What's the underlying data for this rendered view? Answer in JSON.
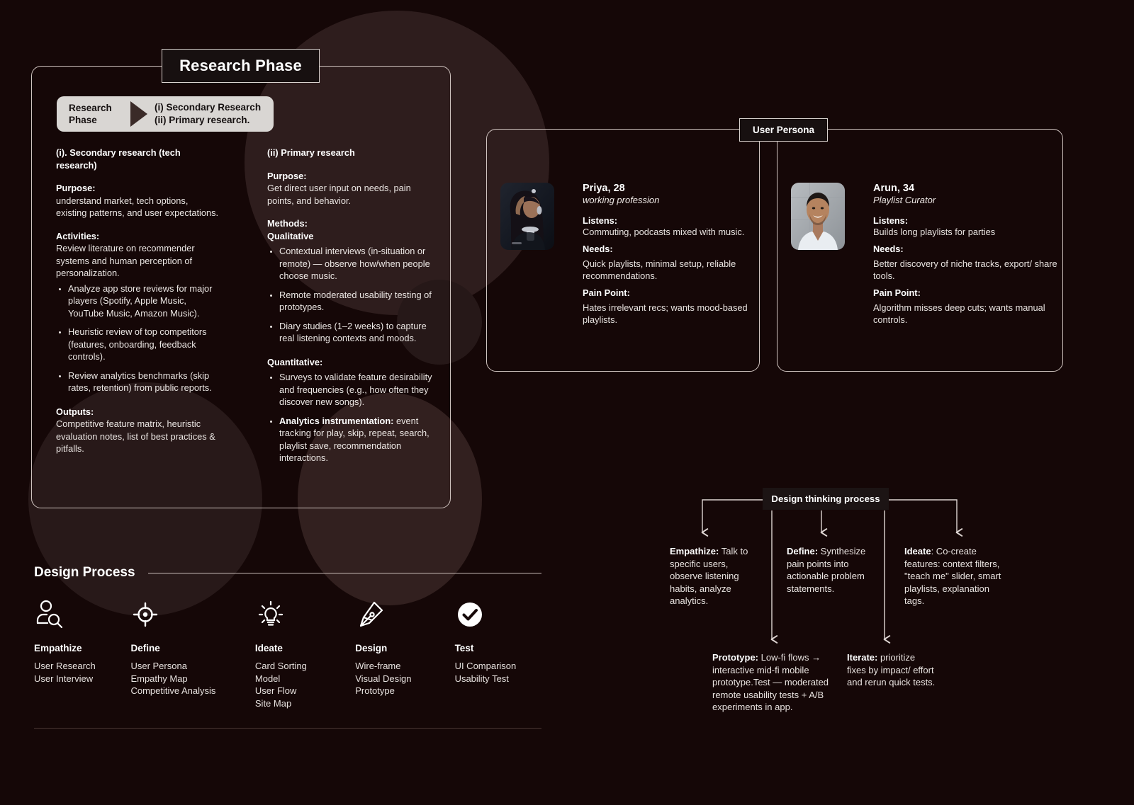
{
  "canvas": {
    "background": "#150707",
    "accent_light": "#d9d6d3",
    "frame_stroke": "#cfc3bf"
  },
  "research": {
    "title": "Research Phase",
    "pill": {
      "left_line1": "Research",
      "left_line2": "Phase",
      "right_line1": "(i) Secondary Research",
      "right_line2": "(ii) Primary research."
    },
    "secondary": {
      "heading": "(i). Secondary research (tech research)",
      "purpose_label": "Purpose:",
      "purpose_text": "understand market, tech options, existing patterns, and user expectations.",
      "activities_label": "Activities:",
      "activities_text": "Review literature on recommender systems and human perception of personalization.",
      "activities_bullets": [
        "Analyze app store reviews for major players (Spotify, Apple Music, YouTube Music, Amazon Music).",
        "Heuristic review of top competitors (features, onboarding, feedback controls).",
        "Review analytics benchmarks (skip rates, retention) from public reports."
      ],
      "outputs_label": "Outputs:",
      "outputs_text": "Competitive feature matrix, heuristic evaluation notes, list of best practices & pitfalls."
    },
    "primary": {
      "heading": "(ii) Primary research",
      "purpose_label": "Purpose:",
      "purpose_text": "Get direct user input on needs, pain points, and behavior.",
      "methods_label": "Methods:",
      "qualitative_label": "Qualitative",
      "qualitative_bullets": [
        "Contextual interviews (in-situation or remote) — observe how/when people choose music.",
        "Remote moderated usability testing of prototypes.",
        "Diary studies (1–2 weeks) to capture real listening contexts and moods."
      ],
      "quantitative_label": "Quantitative:",
      "quantitative_bullets": [
        {
          "bold": "",
          "text": "Surveys to validate feature desirability and frequencies (e.g., how often they discover new songs)."
        },
        {
          "bold": "Analytics instrumentation:",
          "text": " event tracking for play, skip, repeat, search, playlist save, recommendation interactions."
        }
      ]
    }
  },
  "persona": {
    "title": "User Persona",
    "cards": [
      {
        "name": "Priya, 28",
        "role": "working profession",
        "avatar_icon": "photo-woman-avatar",
        "listens_label": "Listens:",
        "listens_text": "Commuting, podcasts mixed with music.",
        "needs_label": "Needs:",
        "needs_text": "Quick playlists, minimal setup, reliable recommendations.",
        "pain_label": " Pain Point:",
        "pain_text": "Hates irrelevant recs; wants mood-based playlists."
      },
      {
        "name": "Arun, 34",
        "role": "Playlist Curator",
        "avatar_icon": "photo-man-avatar",
        "listens_label": "Listens:",
        "listens_text": "Builds long playlists for parties",
        "needs_label": "Needs:",
        "needs_text": "Better discovery of niche tracks, export/ share tools.",
        "pain_label": "Pain Point:",
        "pain_text": "Algorithm misses deep cuts; wants manual controls."
      }
    ]
  },
  "design_process": {
    "title": "Design Process",
    "steps": [
      {
        "icon": "user-search-icon",
        "name": "Empathize",
        "items": [
          "User Research",
          "User Interview"
        ]
      },
      {
        "icon": "target-icon",
        "name": "Define",
        "items": [
          "User Persona",
          "Empathy Map",
          "Competitive Analysis"
        ]
      },
      {
        "icon": "lightbulb-icon",
        "name": "Ideate",
        "items": [
          "Card Sorting",
          "Model",
          "User Flow",
          "Site Map"
        ]
      },
      {
        "icon": "pen-nib-icon",
        "name": "Design",
        "items": [
          "Wire-frame",
          "Visual Design",
          "Prototype"
        ]
      },
      {
        "icon": "check-circle-icon",
        "name": "Test",
        "items": [
          "UI Comparison",
          "Usability Test"
        ]
      }
    ]
  },
  "design_thinking": {
    "title": "Design thinking process",
    "nodes": [
      {
        "label": "Empathize:",
        "text": " Talk to specific users, observe listening habits, analyze analytics."
      },
      {
        "label": "Define:",
        "text": " Synthesize pain points into actionable problem statements."
      },
      {
        "label": "Ideate",
        "text": ": Co-create features: context filters, \"teach me\" slider, smart playlists, explanation tags."
      },
      {
        "label": "Prototype:",
        "text": " Low-fi flows → interactive mid-fi mobile prototype.Test — moderated remote usability tests + A/B experiments in app."
      },
      {
        "label": "Iterate:",
        "text": " prioritize fixes by impact/ effort and rerun quick tests."
      }
    ]
  }
}
